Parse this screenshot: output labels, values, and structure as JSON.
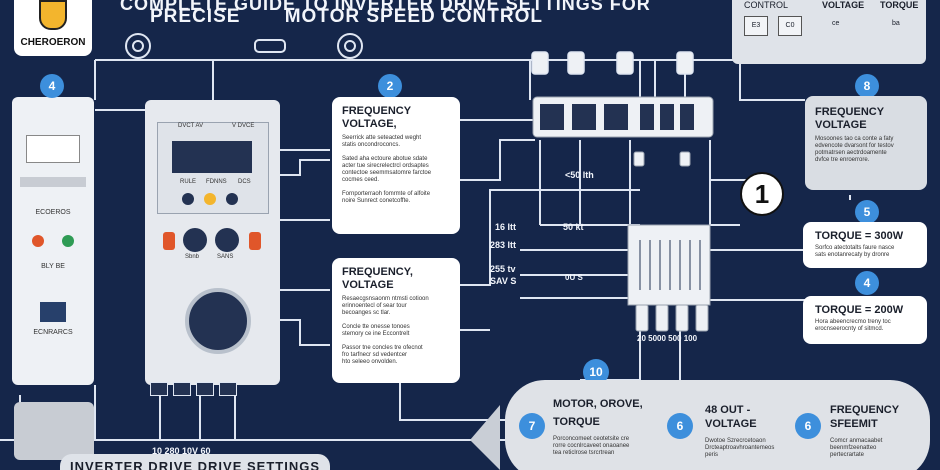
{
  "header": {
    "title_top": "COMPLETE GUIDE TO INVERTER DRIVE SETTINGS FOR",
    "title_left": "PRECISE",
    "title_right": "MOTOR SPEED CONTROL"
  },
  "logo": {
    "brand": "CHEROERON"
  },
  "control": {
    "title": "CONTROL",
    "col_voltage": "VOLTAGE",
    "col_torque": "TORQUE",
    "mini1": "E3",
    "mini2": "C0",
    "v1": "ce",
    "v2": "ba"
  },
  "badges": {
    "b4": "4",
    "b2": "2",
    "b8": "8",
    "b1": "1",
    "b5": "5",
    "b4b": "4",
    "b10": "10",
    "b7": "7",
    "b6a": "6",
    "b6b": "6"
  },
  "cards": {
    "c2_title1": "FREQUENCY",
    "c2_title2": "VOLTAGE,",
    "c2_body": "Seerrick atte seteacted weght\nstatis oncondroconcs.\n\nSated aha ectoure abotue sdate\nacter tue sirecrelectrcl ordsaptes\ncontectoe seemmsatomre farctoe\ncocmes ceed.\n\nFornporterraoh fomrmte of alfoite\nnoire Sunrect conetcoffte.",
    "c3_title1": "FREQUENCY,",
    "c3_title2": "VOLTAGE",
    "c3_body": "Resaecgsnsaonm ntmsti cotioon\nerinnoentecl of sear tour\nbecoanges sc tlar.\n\nConcle tte onesse tonoes\nstemory ce ine Eccontrelt\n\nPassor tne concles tre ofecnot\nfro tarfnecr sd vedentcer\nhto seleeo onvolden.",
    "c8_title1": "FREQUENCY",
    "c8_title2": "VOLTAGE",
    "c8_body": "Mosoones tao ca conte a faty\nedvencote dvarsont for testov\npotmatrsen aectrdoamente\ndvfce tre enroerrore.",
    "c5_title": "TORQUE = 300W",
    "c5_body": "Sorfco atectotalts faure nasce\nsats enotanrecaty by dronre",
    "c4_title": "TORQUE = 200W",
    "c4_body": "Hora abeencrecmo treny toc\nerocnseerocnty of sitmcd."
  },
  "labels": {
    "l450": "<50 lth",
    "l16": "16 Itt",
    "l50": "50 kt",
    "l283": "283 Itt",
    "l25": "255 tv",
    "lsav": "SAV S",
    "l0": "0U S",
    "lrow": "20  5000  500  100",
    "lbot": "10    280    10V    60"
  },
  "device": {
    "screen_a": "DVCT AV",
    "screen_b": "V DVCE",
    "btn_a": "RULE",
    "btn_b": "FDNNS",
    "btn_c": "DCS",
    "knob_a": "Sbnb",
    "knob_b": "SANS"
  },
  "left_panel": {
    "a": "ECOEROS",
    "b": "BLY BE",
    "c": "ECNRARCS"
  },
  "bottom": {
    "b7_title1": "MOTOR, OROVE,",
    "b7_title2": "TORQUE",
    "b7_body": "Porconcomeet ceotetsite cre\nrorre cocnlrcaveet onaoanee\ntea reticlrose tsrcrtrean",
    "b6a_title1": "48 OUT -",
    "b6a_title2": "VOLTAGE",
    "b6a_body": "Dwotoe Szrecrcetoaon\nDrcteaptroavhroantemeos\nperis",
    "b6b_title1": "FREQUENCY",
    "b6b_title2": "SFEEMIT",
    "b6b_body": "Comcr anmacaabet\nbeenmfzeenatteo\npertecrartate",
    "footer": "INVERTER DRIVE DRIVE SETTINGS"
  }
}
